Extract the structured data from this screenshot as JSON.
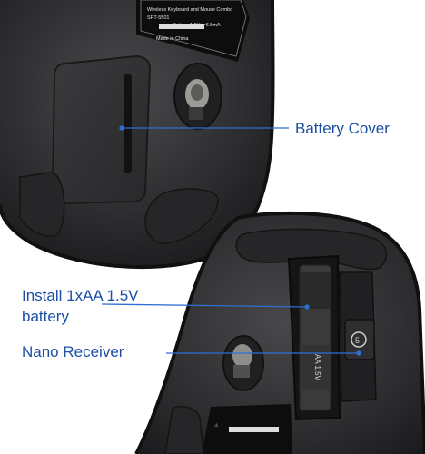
{
  "callouts": {
    "battery_cover": "Battery Cover",
    "install_line1": "Install 1xAA 1.5V",
    "install_line2": "battery",
    "nano_receiver": "Nano Receiver"
  },
  "top_label": {
    "line1": "Wireless Keyboard and Mouse Combo",
    "line2": "SPT-5501",
    "line3": "Rating: 1.5V==6.5mA",
    "line4": "Made in China"
  },
  "colors": {
    "callout_text": "#1a4fa3",
    "leader_line": "#2e6fd1",
    "mouse_body": "#2f2f31",
    "mouse_rim": "#1c1c1e"
  }
}
